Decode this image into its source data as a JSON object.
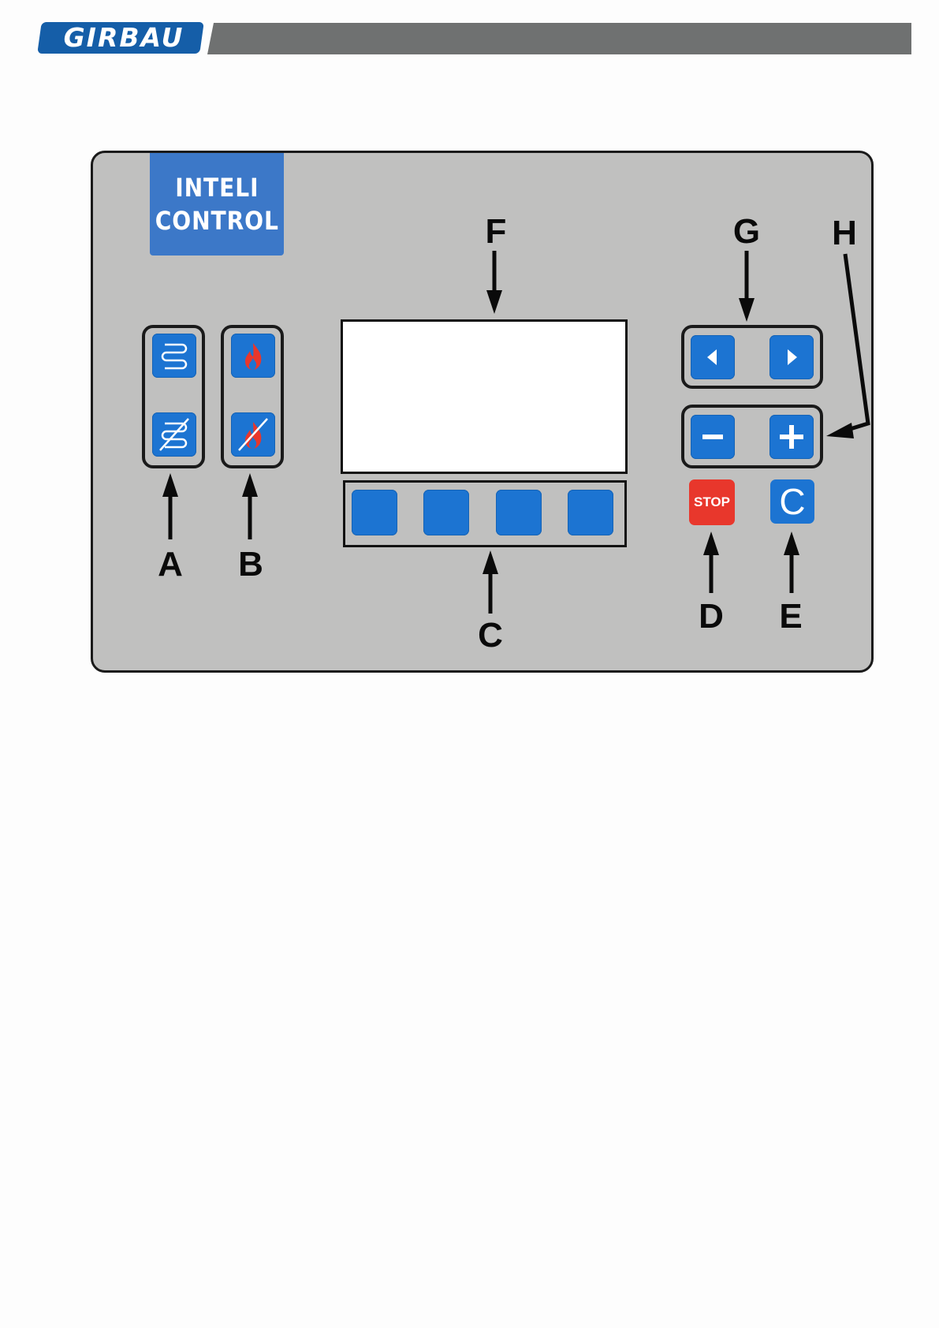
{
  "header": {
    "logo": "GIRBAU"
  },
  "panel": {
    "brand_lines": [
      "INTELI",
      "CONTROL"
    ],
    "stop_label": "STOP",
    "clear_label": "C"
  },
  "callouts": [
    "A",
    "B",
    "C",
    "D",
    "E",
    "F",
    "G",
    "H"
  ],
  "colors": {
    "key_blue": "#1c74d2",
    "stop_red": "#e8372c",
    "panel_gray": "#c0c0bf",
    "brand_blue": "#3c78c8",
    "header_gray": "#6f7171",
    "flame_red": "#e8372c"
  },
  "icons": {
    "a_top": "coil-icon",
    "a_bottom": "coil-off-icon",
    "b_top": "flame-icon",
    "b_bottom": "flame-off-icon",
    "g_left": "arrow-left-icon",
    "g_right": "arrow-right-icon",
    "h_minus": "minus-icon",
    "h_plus": "plus-icon"
  }
}
